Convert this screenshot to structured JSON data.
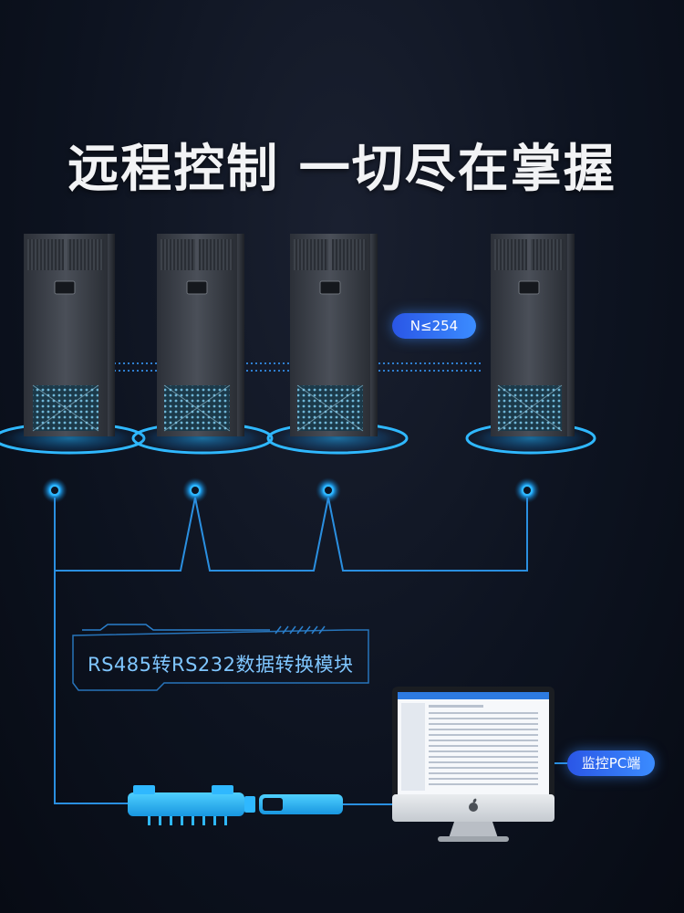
{
  "headline": "远程控制 一切尽在掌握",
  "units": [
    {
      "name": "ac-unit-1"
    },
    {
      "name": "ac-unit-2"
    },
    {
      "name": "ac-unit-3"
    },
    {
      "name": "ac-unit-4"
    }
  ],
  "count_badge": "N≤254",
  "module_label": "RS485转RS232数据转换模块",
  "pc_badge": "监控PC端",
  "colors": {
    "background": "#0d1320",
    "accent_cyan": "#2fb8ff",
    "badge_blue": "#2f6df0",
    "line_blue": "#2a8fe0"
  },
  "icons": [
    "apple-logo-icon",
    "converter-module-icon"
  ]
}
